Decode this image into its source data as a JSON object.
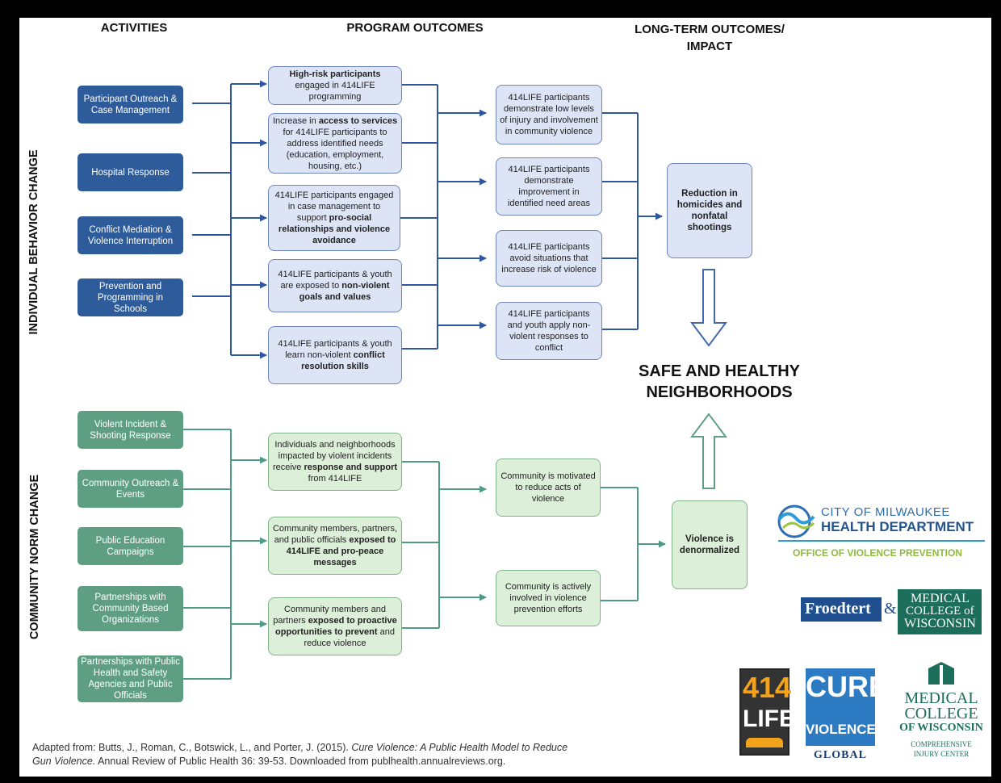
{
  "headers": {
    "activities": "ACTIVITIES",
    "program_outcomes": "PROGRAM OUTCOMES",
    "long_term_line1": "LONG-TERM OUTCOMES/",
    "long_term_line2": "IMPACT"
  },
  "side_labels": {
    "individual": "INDIVIDUAL BEHAVIOR CHANGE",
    "community": "COMMUNITY NORM CHANGE"
  },
  "individual_activities": [
    "Participant Outreach & Case Management",
    "Hospital Response",
    "Conflict Mediation & Violence Interruption",
    "Prevention and Programming in Schools"
  ],
  "community_activities": [
    "Violent Incident & Shooting Response",
    "Community Outreach & Events",
    "Public Education Campaigns",
    "Partnerships with Community Based Organizations",
    "Partnerships with Public Health and Safety Agencies and Public Officials"
  ],
  "individual_program_outcomes": [
    {
      "b1": "High-risk participants",
      "t1": " engaged in 414LIFE programming"
    },
    {
      "t1": "Increase in ",
      "b1": "access to services",
      "t2": " for 414LIFE participants to address identified needs (education, employment, housing, etc.)"
    },
    {
      "t1": "414LIFE participants engaged in case management to support ",
      "b1": "pro-social relationships and violence avoidance"
    },
    {
      "t1": "414LIFE participants & youth are exposed to ",
      "b1": "non-violent goals and values"
    },
    {
      "t1": "414LIFE participants & youth learn non-violent ",
      "b1": "conflict resolution skills"
    }
  ],
  "community_program_outcomes": [
    {
      "t1": "Individuals and neighborhoods impacted by violent incidents receive ",
      "b1": "response and support",
      "t2": " from 414LIFE"
    },
    {
      "t1": "Community members, partners, and public officials ",
      "b1": "exposed to 414LIFE and pro-peace messages"
    },
    {
      "t1": "Community members and partners ",
      "b1": "exposed to proactive opportunities to prevent",
      "t2": " and reduce violence"
    }
  ],
  "individual_intermediate": [
    "414LIFE participants demonstrate low levels of injury and involvement in community violence",
    "414LIFE participants demonstrate improvement in identified need areas",
    "414LIFE participants avoid situations that increase risk of violence",
    "414LIFE participants and youth apply non-violent responses to conflict"
  ],
  "community_intermediate": [
    "Community is motivated to reduce acts of violence",
    "Community is actively involved in violence prevention efforts"
  ],
  "long_term": {
    "individual": "Reduction in homicides and nonfatal shootings",
    "community": "Violence is denormalized",
    "impact_line1": "SAFE AND HEALTHY",
    "impact_line2": "NEIGHBORHOODS"
  },
  "logos": {
    "milwaukee_line1": "CITY OF MILWAUKEE",
    "milwaukee_line2": "HEALTH DEPARTMENT",
    "milwaukee_line3": "OFFICE OF VIOLENCE PREVENTION",
    "froedtert": "Froedtert",
    "ampersand": "&",
    "mcw_small_line1": "MEDICAL",
    "mcw_small_line2": "COLLEGE of",
    "mcw_small_line3": "WISCONSIN",
    "life_414_top": "414",
    "life_414_bottom": "LIFE",
    "cure_top": "CURE",
    "cure_mid": "VIOLENCE",
    "cure_bottom": "GLOBAL",
    "mcw_line1": "MEDICAL",
    "mcw_line2": "COLLEGE",
    "mcw_line3": "OF WISCONSIN",
    "mcw_line4": "COMPREHENSIVE",
    "mcw_line5": "INJURY CENTER"
  },
  "citation": {
    "part1": "Adapted from: Butts, J., Roman, C., Botswick, L., and Porter, J. (2015). ",
    "italic1": "Cure Violence: A Public Health Model to Reduce",
    "italic2": "Gun Violence.",
    "part2": "  Annual Review of Public Health 36: 39-53.  Downloaded from publhealth.annualreviews.org."
  },
  "colors": {
    "activity_blue": "#2E5C9A",
    "activity_green": "#5E9F84",
    "outcome_blue_fill": "#DCE4F5",
    "outcome_green_fill": "#DCEFD8",
    "connector_blue": "#2F56A0",
    "connector_green": "#4F9B86"
  }
}
